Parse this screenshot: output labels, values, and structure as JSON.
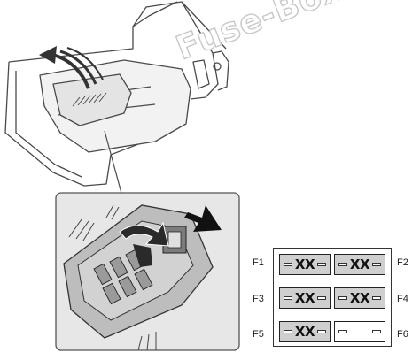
{
  "watermark": {
    "text": "Fuse-Box.info"
  },
  "fuse_panel": {
    "fuses": [
      {
        "id": "F1",
        "value": "XX"
      },
      {
        "id": "F2",
        "value": "XX"
      },
      {
        "id": "F3",
        "value": "XX"
      },
      {
        "id": "F4",
        "value": "XX"
      },
      {
        "id": "F5",
        "value": "XX"
      },
      {
        "id": "F6",
        "value": ""
      }
    ]
  },
  "colors": {
    "line": "#333333",
    "fuse_fill": "#cfcfcf",
    "watermark_outline": "#c8c8c8"
  },
  "icons": [
    "open-lid-arrow-icon",
    "rotate-cover-arrow-icon",
    "pointer-arrow-icon"
  ]
}
